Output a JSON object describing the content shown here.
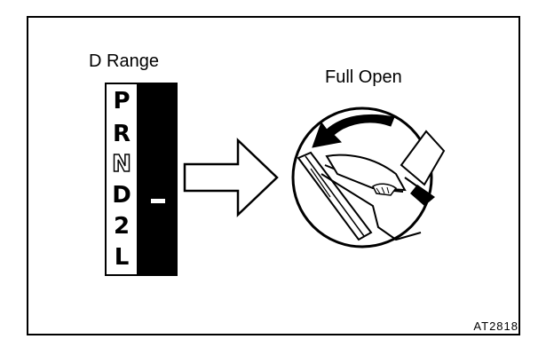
{
  "diagram": {
    "shift_label": "D Range",
    "throttle_label": "Full Open",
    "figure_code": "AT2818",
    "positions": [
      "P",
      "R",
      "N",
      "D",
      "2",
      "L"
    ],
    "selected_position": "D"
  }
}
